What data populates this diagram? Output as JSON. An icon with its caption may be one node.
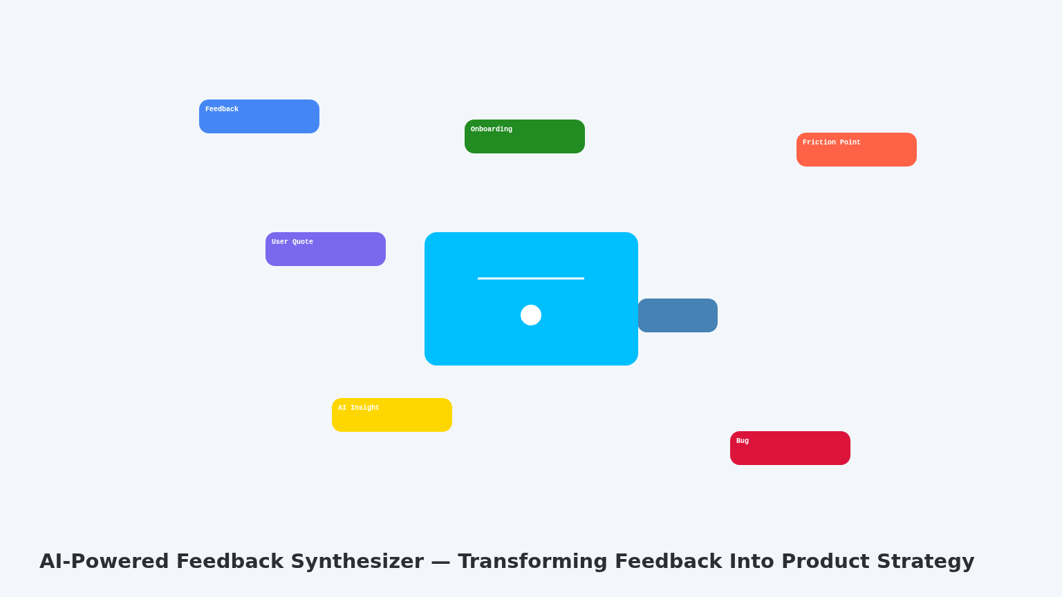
{
  "diagram": {
    "title": "AI-Powered Feedback Synthesizer — Transforming Feedback Into Product Strategy",
    "nodes": [
      {
        "text": [
          "Feedback"
        ]
      },
      {
        "text": [
          "Onboarding"
        ]
      },
      {
        "text": [
          "Friction Point"
        ]
      },
      {
        "text": [
          "User Quote"
        ]
      },
      {
        "text": [],
        "shape": "box"
      },
      {
        "text": [],
        "shape": "bar"
      },
      {
        "text": [
          "AI Insight"
        ]
      },
      {
        "text": [
          "Bug"
        ]
      }
    ]
  }
}
